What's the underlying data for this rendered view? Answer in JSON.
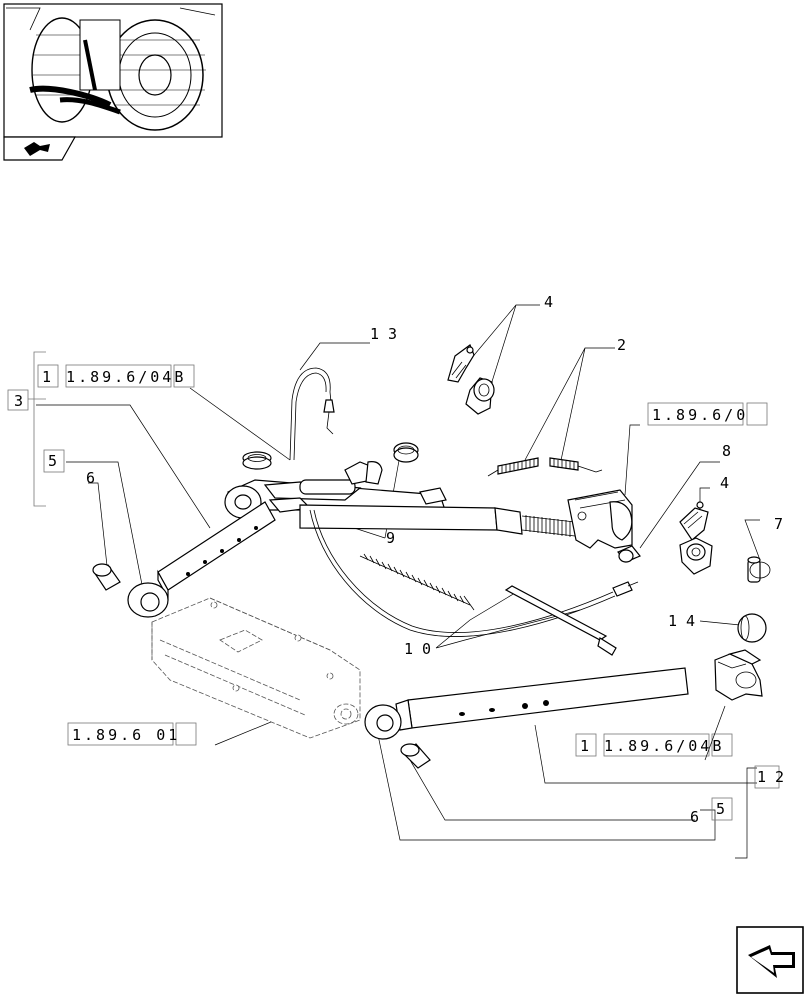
{
  "callouts": {
    "n13": "1 3",
    "n4a": "4",
    "n2": "2",
    "n3": "3",
    "n5a": "5",
    "n6a": "6",
    "n8": "8",
    "n4b": "4",
    "n7": "7",
    "n9": "9",
    "n10": "1 0",
    "n14": "1 4",
    "n12": "1 2",
    "n6b": "6",
    "n5b": "5"
  },
  "refs": {
    "left_top": "1 1.89.6/04B",
    "right_top": "1.89.6/0",
    "left_bottom": "1.89.6 01",
    "right_bottom": "1 1.89.6/04B"
  },
  "icons": {
    "thumbnail": "tractor-rear-thumbnail",
    "thumbnail_nav": "back-arrow-icon",
    "page_nav": "next-page-arrow-icon"
  }
}
